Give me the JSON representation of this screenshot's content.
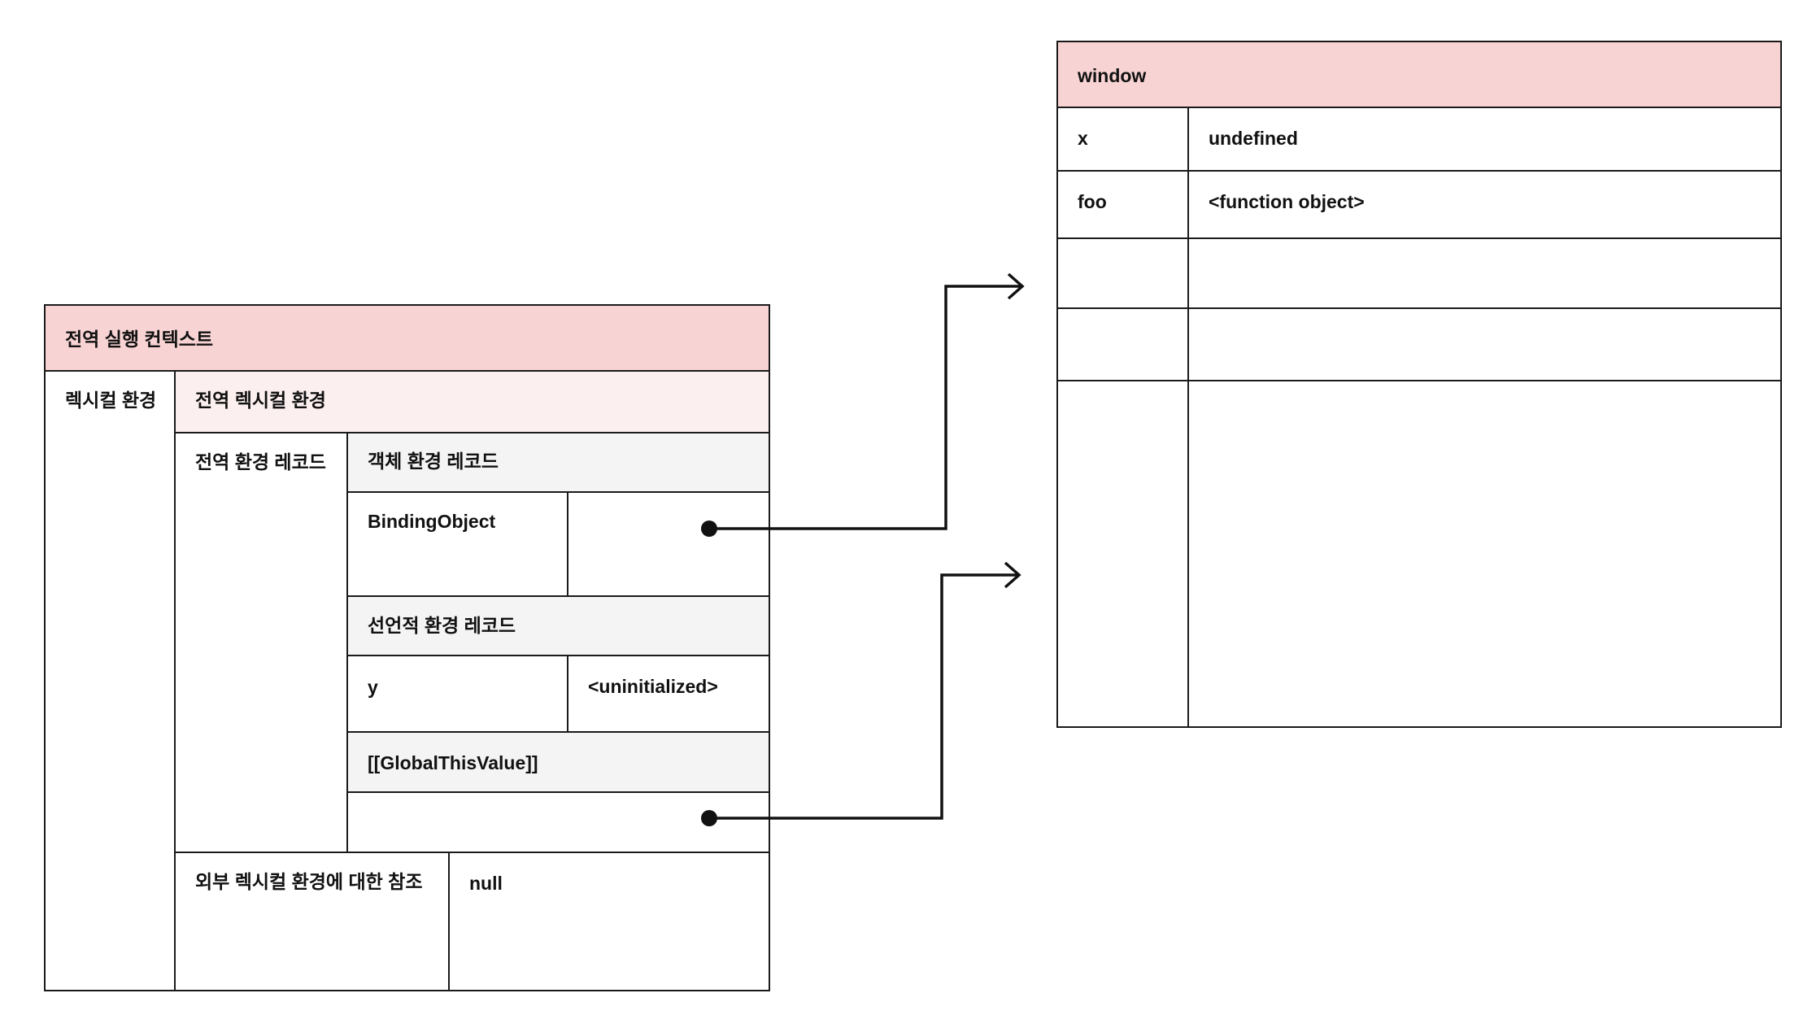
{
  "context": {
    "title": "전역 실행 컨텍스트",
    "lexical_env_label": "렉시컬 환경",
    "global_lexical_env_label": "전역 렉시컬 환경",
    "global_env_record_label": "전역 환경 레코드",
    "object_env_record_label": "객체 환경 레코드",
    "binding_object_label": "BindingObject",
    "declarative_env_record_label": "선언적 환경 레코드",
    "declarative_binding": {
      "name": "y",
      "value": "<uninitialized>"
    },
    "global_this_label": "[[GlobalThisValue]]",
    "outer_ref_label": "외부 렉시컬 환경에 대한 참조",
    "outer_ref_value": "null"
  },
  "window_object": {
    "title": "window",
    "rows": [
      {
        "key": "x",
        "value": "undefined"
      },
      {
        "key": "foo",
        "value": "<function object>"
      },
      {
        "key": "",
        "value": ""
      },
      {
        "key": "",
        "value": ""
      },
      {
        "key": "",
        "value": ""
      }
    ]
  },
  "colors": {
    "header_pink": "#f8d3d3",
    "light_pink": "#fcefef",
    "section_gray": "#f4f4f4",
    "line": "#1a1a1a"
  }
}
